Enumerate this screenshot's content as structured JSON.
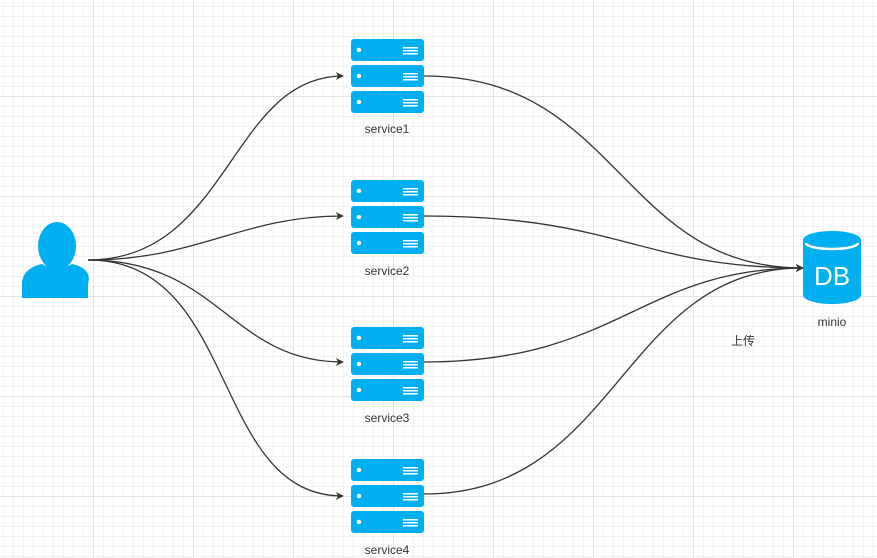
{
  "diagram": {
    "user": {
      "icon": "user-icon"
    },
    "services": [
      {
        "label": "service1",
        "icon": "server-icon"
      },
      {
        "label": "service2",
        "icon": "server-icon"
      },
      {
        "label": "service3",
        "icon": "server-icon"
      },
      {
        "label": "service4",
        "icon": "server-icon"
      }
    ],
    "storage": {
      "label": "minio",
      "icon_text": "DB",
      "icon": "database-icon"
    },
    "edge_label": "上传",
    "colors": {
      "icon_fill": "#00aff0",
      "edge": "#333333",
      "grid": "#e3e3e3"
    }
  }
}
